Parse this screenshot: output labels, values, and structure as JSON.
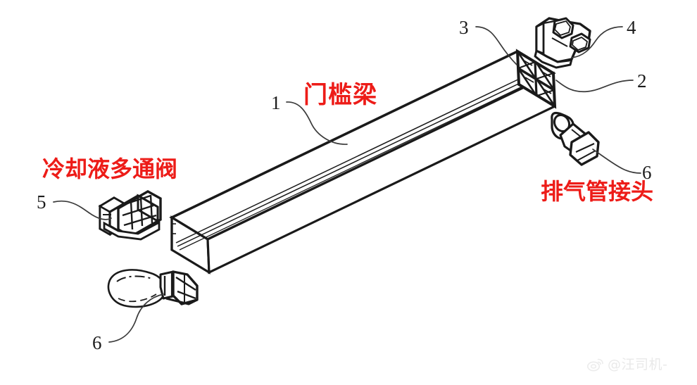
{
  "figure": {
    "type": "exploded-assembly-line-drawing",
    "background_color": "#ffffff",
    "line_color": "#1a1a1a",
    "annotation_color": "#ed1c18",
    "callout_number_color": "#1c1c1c"
  },
  "annotations": {
    "beam_label": "门槛梁",
    "valve_label": "冷却液多通阀",
    "exhaust_label": "排气管接头"
  },
  "callouts": {
    "one": "1",
    "two": "2",
    "three": "3",
    "four": "4",
    "five": "5",
    "six_right": "6",
    "six_bottom": "6"
  },
  "watermark": {
    "handle": "@汪司机-",
    "icon": "weibo-eye-icon"
  },
  "parts": [
    {
      "number": "1",
      "name": "门槛梁",
      "role": "main-extruded-rocker-beam"
    },
    {
      "number": "2",
      "name": "",
      "role": "beam-end-face"
    },
    {
      "number": "3",
      "name": "",
      "role": "beam-top-edge"
    },
    {
      "number": "4",
      "name": "",
      "role": "mounting-bracket"
    },
    {
      "number": "5",
      "name": "冷却液多通阀",
      "role": "coolant-multiway-valve"
    },
    {
      "number": "6",
      "name": "排气管接头",
      "role": "exhaust-pipe-joint"
    }
  ]
}
